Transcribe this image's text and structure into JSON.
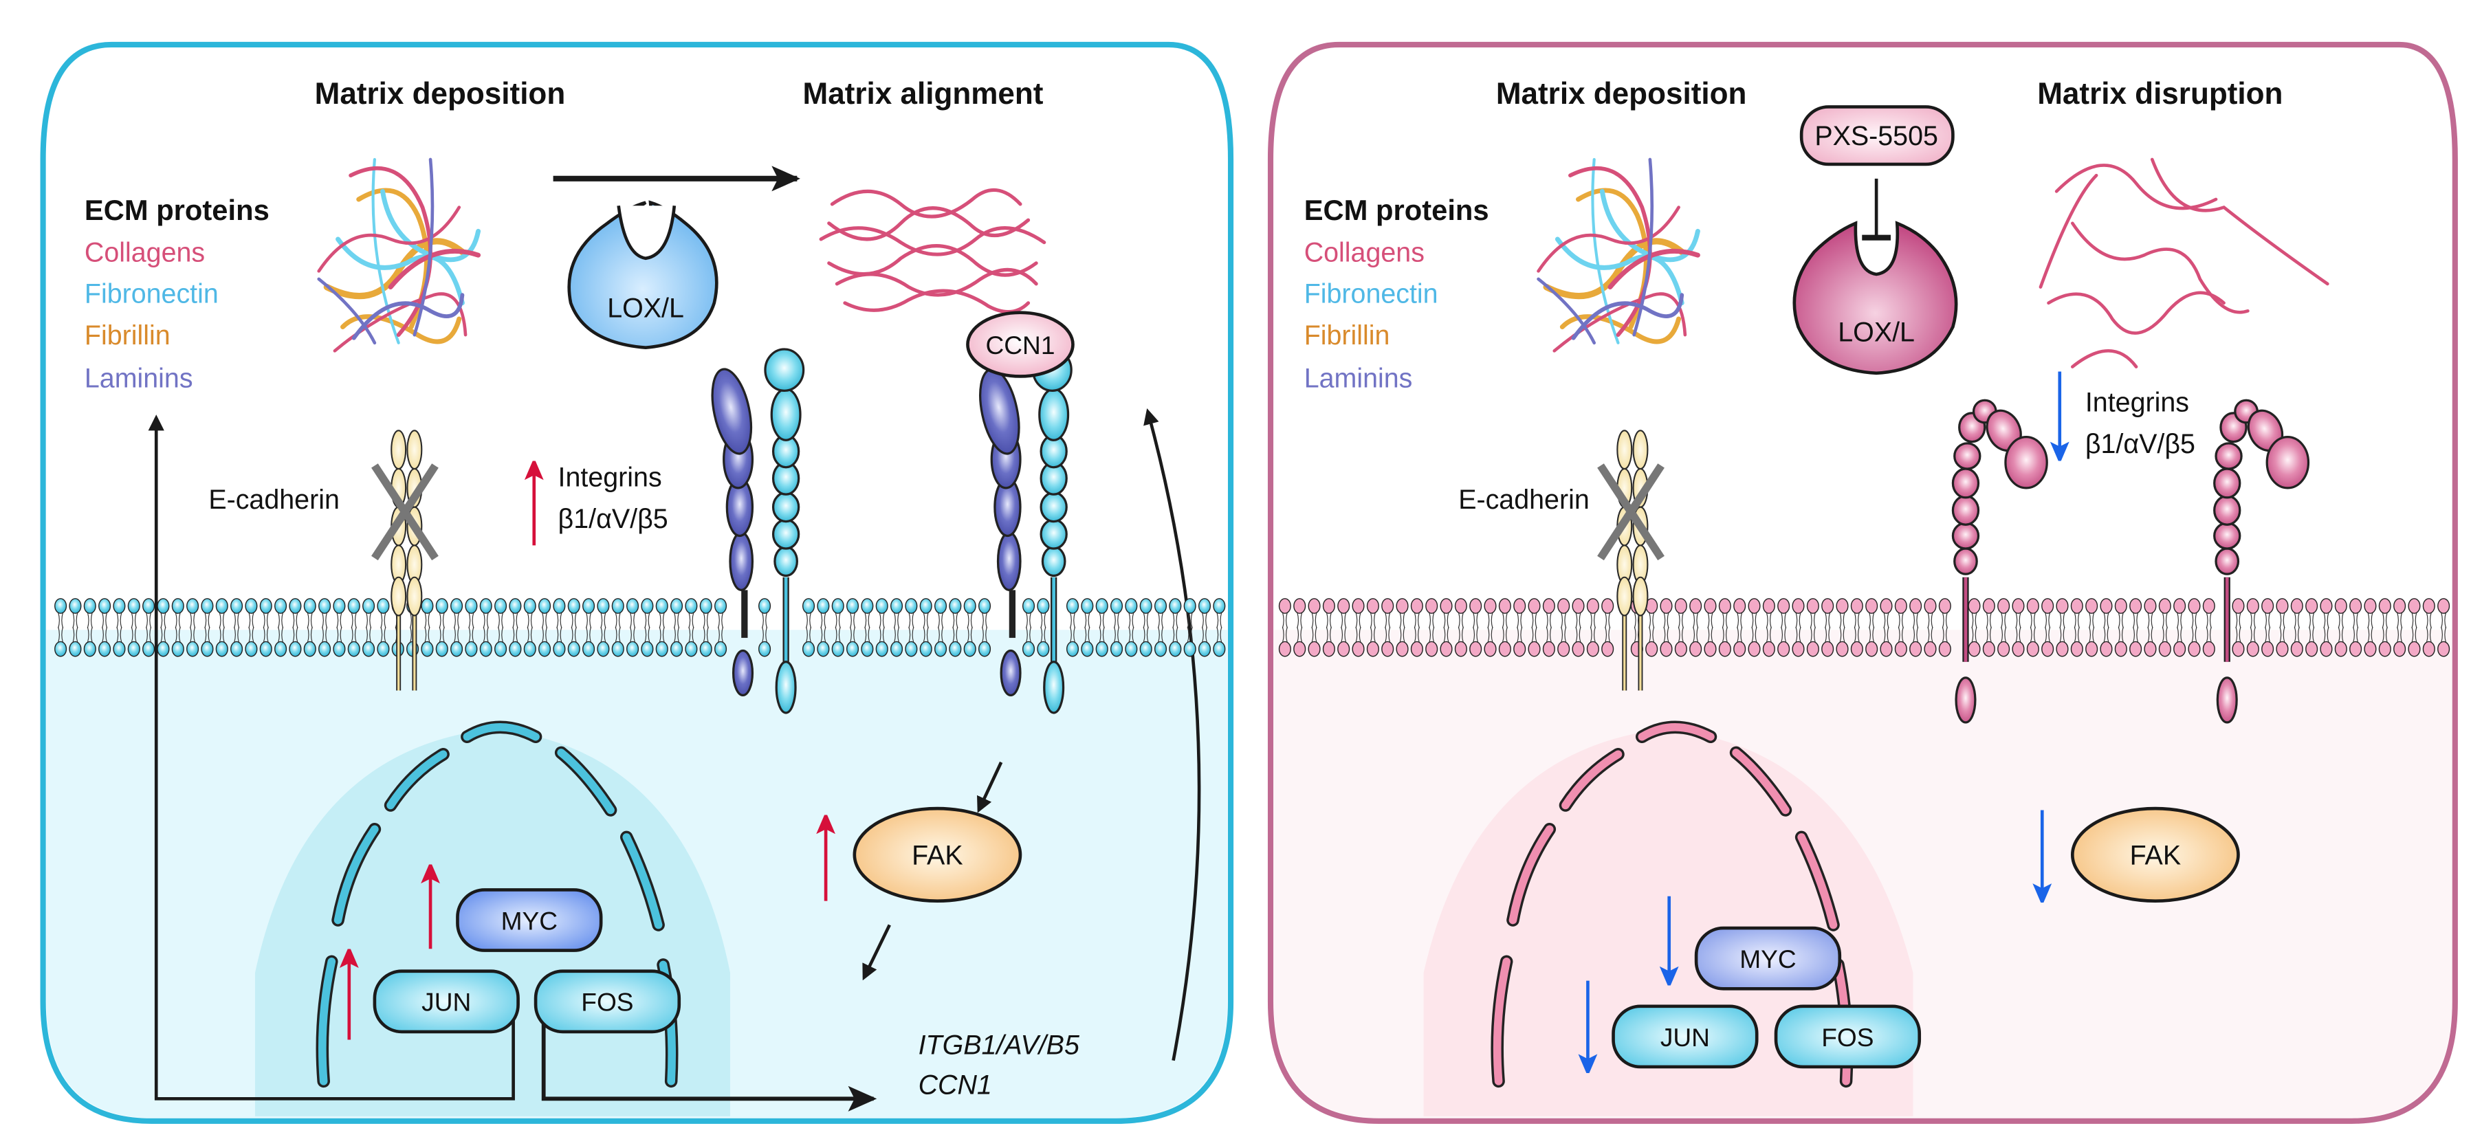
{
  "colors": {
    "left_border": "#2cb6da",
    "left_bg": "#e3f8fd",
    "right_border": "#c06a92",
    "right_bg": "#fdf5f7",
    "collagen": "#d64f79",
    "fibronectin": "#4fb8e6",
    "fibrillin": "#d98a2b",
    "laminin": "#7173c4",
    "up_arrow": "#d6103a",
    "down_arrow": "#1a64e8"
  },
  "left_panel": {
    "heading_deposition": "Matrix deposition",
    "heading_alignment": "Matrix alignment",
    "ecm_title": "ECM proteins",
    "ecm_items": [
      "Collagens",
      "Fibronectin",
      "Fibrillin",
      "Laminins"
    ],
    "lox": "LOX/L",
    "ccn1": "CCN1",
    "ecadherin": "E-cadherin",
    "integrins_line1": "Integrins",
    "integrins_line2": "β1/αV/β5",
    "fak": "FAK",
    "myc": "MYC",
    "jun": "JUN",
    "fos": "FOS",
    "genes_line1": "ITGB1/AV/B5",
    "genes_line2": "CCN1",
    "integrin_change": "up",
    "fak_change": "up",
    "myc_change": "up",
    "jun_change": "up"
  },
  "right_panel": {
    "heading_deposition": "Matrix deposition",
    "heading_disruption": "Matrix disruption",
    "ecm_title": "ECM proteins",
    "ecm_items": [
      "Collagens",
      "Fibronectin",
      "Fibrillin",
      "Laminins"
    ],
    "drug": "PXS-5505",
    "lox": "LOX/L",
    "ecadherin": "E-cadherin",
    "integrins_line1": "Integrins",
    "integrins_line2": "β1/αV/β5",
    "fak": "FAK",
    "myc": "MYC",
    "jun": "JUN",
    "fos": "FOS",
    "integrin_change": "down",
    "fak_change": "down",
    "myc_change": "down",
    "jun_change": "down"
  }
}
